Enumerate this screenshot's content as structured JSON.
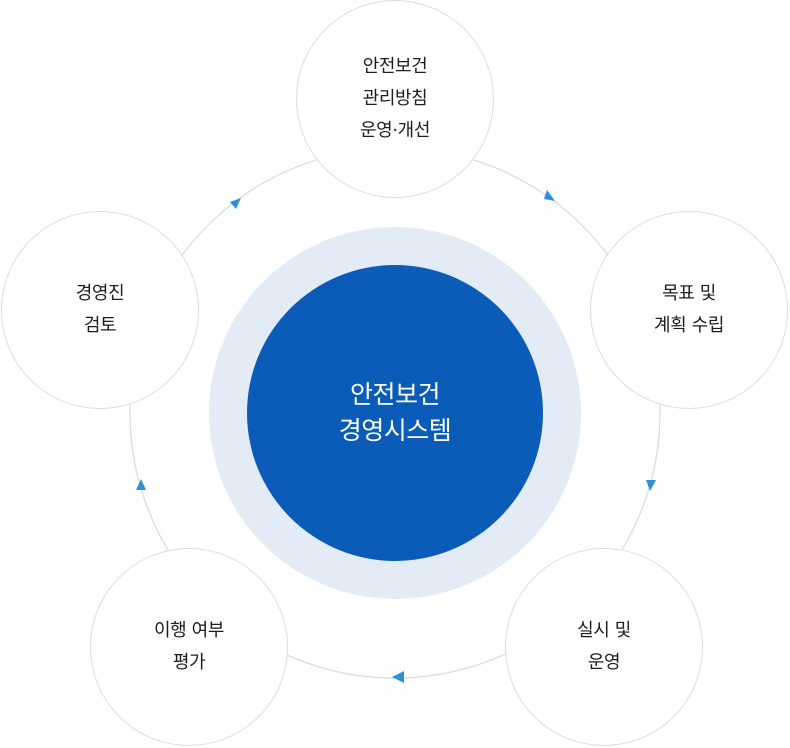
{
  "center": {
    "line1": "안전보건",
    "line2": "경영시스템"
  },
  "nodes": {
    "policy": {
      "line1": "안전보건",
      "line2": "관리방침",
      "line3": "운영·개선"
    },
    "plan": {
      "line1": "목표 및",
      "line2": "계획 수립"
    },
    "exec": {
      "line1": "실시 및",
      "line2": "운영"
    },
    "eval": {
      "line1": "이행 여부",
      "line2": "평가"
    },
    "review": {
      "line1": "경영진",
      "line2": "검토"
    }
  },
  "colors": {
    "core": "#0a5cb8",
    "halo": "#e3ecf6",
    "ring": "#cfdcea",
    "arrow": "#2f8fd8",
    "node_border": "#d9dde2"
  },
  "icons": {
    "cycle_arrow": "triangle-arrow-icon"
  }
}
